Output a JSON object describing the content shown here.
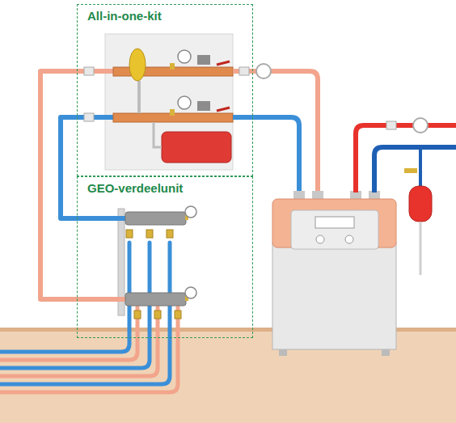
{
  "diagram": {
    "nodes": [
      {
        "text": [
          "All-in-one-kit"
        ]
      },
      {
        "text": [
          "GEO-verdeelunit"
        ]
      }
    ],
    "edges": [
      {
        "from": 0,
        "to": 1,
        "arrow": "none"
      },
      {
        "from": 0,
        "to": 1,
        "arrow": "none"
      }
    ]
  }
}
